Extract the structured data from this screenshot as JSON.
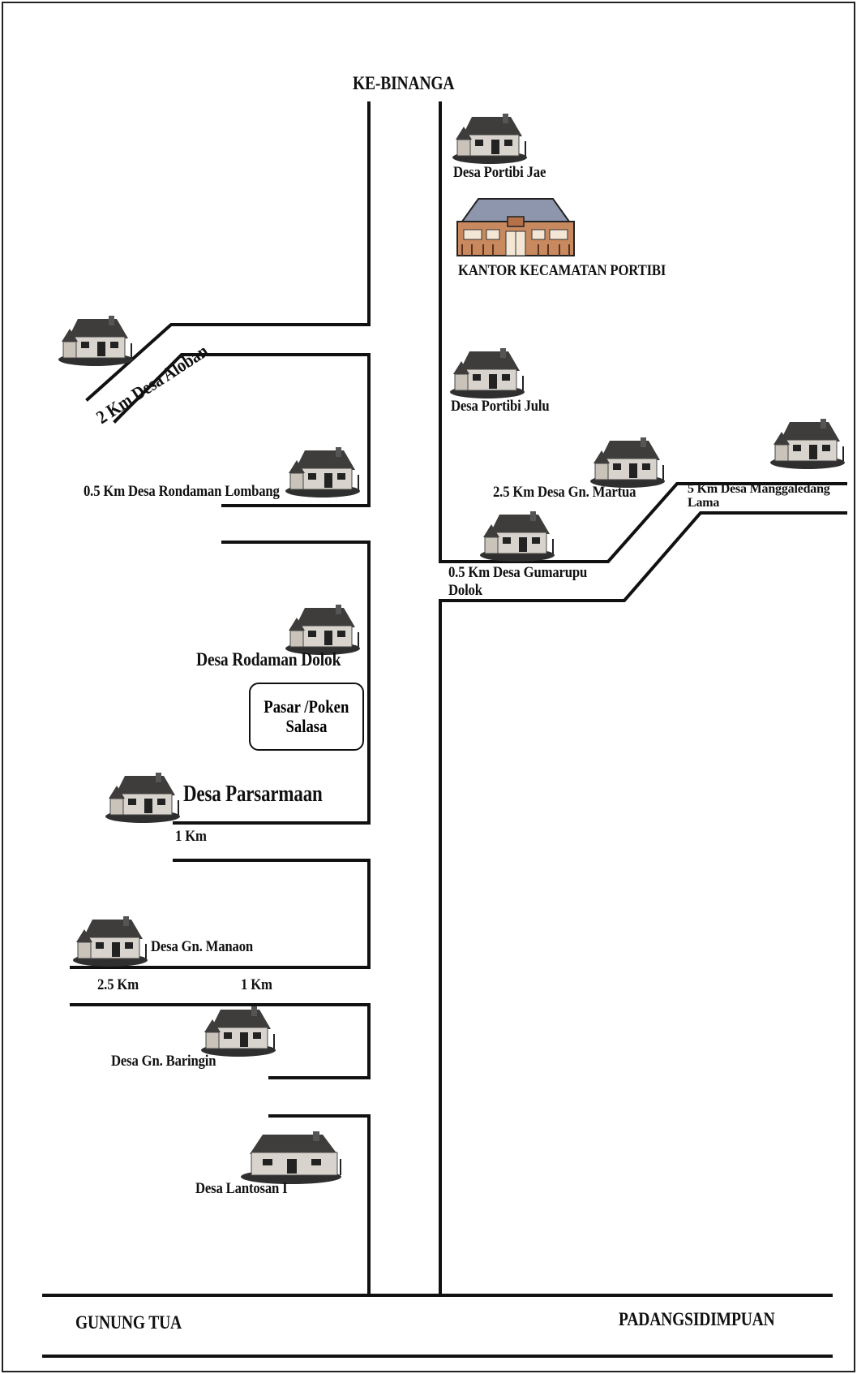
{
  "map": {
    "top_direction": "KE-BINANGA",
    "bottom_left_direction": "GUNUNG TUA",
    "bottom_right_direction": "PADANGSIDIMPUAN",
    "office": "KANTOR KECAMATAN PORTIBI",
    "market_line1": "Pasar /Poken",
    "market_line2": "Salasa",
    "villages": {
      "portibi_jae": "Desa Portibi Jae",
      "portibi_julu": "Desa Portibi Julu",
      "aloban": "2 Km Desa Aloban",
      "rondaman_lombang": "0.5 Km Desa Rondaman Lombang",
      "gn_martua": "2.5 Km Desa Gn. Martua",
      "manggaledang_line1": "5 Km Desa Manggaledang",
      "manggaledang_line2": "Lama",
      "gumarupu_line1": "0.5 Km Desa Gumarupu",
      "gumarupu_line2": "Dolok",
      "rodaman_dolok": "Desa Rodaman Dolok",
      "parsarmaan": "Desa Parsarmaan",
      "gn_manaon": "Desa Gn. Manaon",
      "gn_baringin": "Desa Gn. Baringin",
      "lantosan": "Desa Lantosan I"
    },
    "distances": {
      "parsarmaan": "1 Km",
      "manaon_left": "2.5 Km",
      "manaon_right": "1 Km"
    },
    "colors": {
      "road": "#111111",
      "office_roof": "#8e96ad",
      "office_wall": "#c9895f",
      "house_roof": "#3f3d3b",
      "house_wall": "#d8d3cc",
      "house_shadow": "#2f2f2f"
    }
  }
}
